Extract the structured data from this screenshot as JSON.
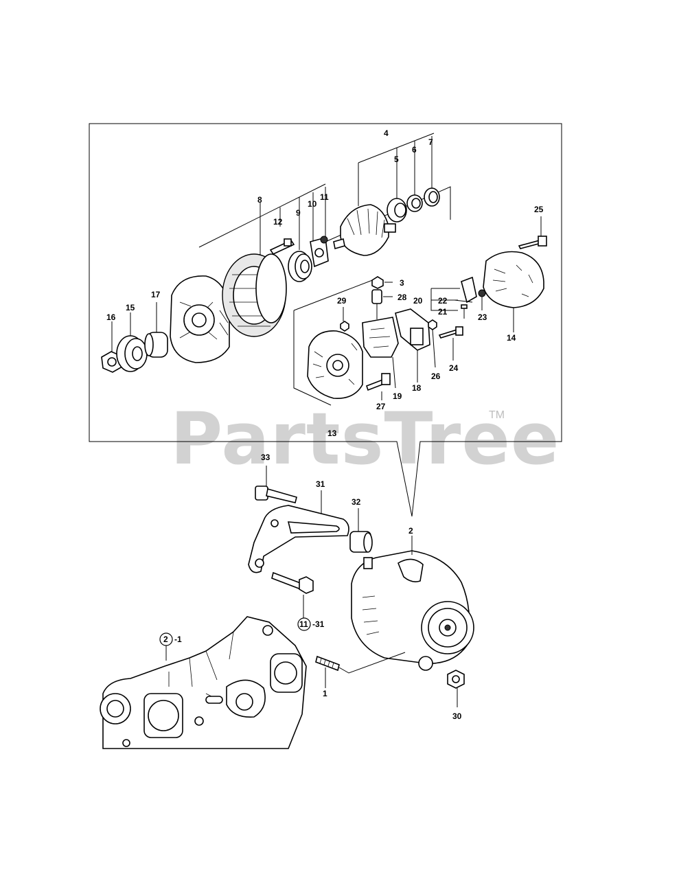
{
  "watermark": {
    "text": "PartsTree",
    "trademark": "TM"
  },
  "callouts": {
    "c1": "1",
    "c2": "2",
    "c3": "3",
    "c4": "4",
    "c5": "5",
    "c6": "6",
    "c7": "7",
    "c8": "8",
    "c9": "9",
    "c10": "10",
    "c11": "11",
    "c12": "12",
    "c13": "13",
    "c14": "14",
    "c15": "15",
    "c16": "16",
    "c17": "17",
    "c18": "18",
    "c19": "19",
    "c20": "20",
    "c21": "21",
    "c22": "22",
    "c23": "23",
    "c24": "24",
    "c25": "25",
    "c26": "26",
    "c27": "27",
    "c28": "28",
    "c29": "29",
    "c30": "30",
    "c31": "31",
    "c32": "32",
    "c33": "33"
  },
  "refs": {
    "r1_circle": "11",
    "r1_suffix": "-31",
    "r2_circle": "2",
    "r2_suffix": "-1"
  }
}
